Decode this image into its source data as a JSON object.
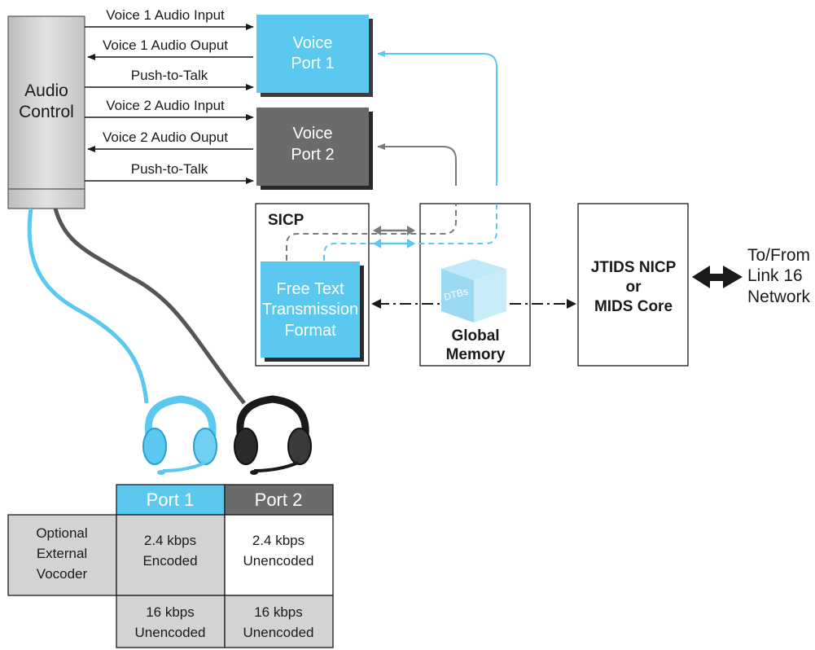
{
  "audio_control": {
    "line1": "Audio",
    "line2": "Control"
  },
  "signals": {
    "v1_input": "Voice 1 Audio Input",
    "v1_output": "Voice 1 Audio Ouput",
    "ptt1": "Push-to-Talk",
    "v2_input": "Voice 2 Audio Input",
    "v2_output": "Voice 2 Audio Ouput",
    "ptt2": "Push-to-Talk"
  },
  "voice_port_1": {
    "line1": "Voice",
    "line2": "Port 1"
  },
  "voice_port_2": {
    "line1": "Voice",
    "line2": "Port 2"
  },
  "sicp": {
    "title": "SICP",
    "free_text": [
      "Free Text",
      "Transmission",
      "Format"
    ]
  },
  "global_memory": {
    "cube_label": "DTBs",
    "line1": "Global",
    "line2": "Memory"
  },
  "jtids": {
    "line1": "JTIDS NICP",
    "line2": "or",
    "line3": "MIDS Core"
  },
  "link16": {
    "line1": "To/From",
    "line2": "Link 16",
    "line3": "Network"
  },
  "table": {
    "headers": [
      "Port 1",
      "Port 2"
    ],
    "row_label": [
      "Optional",
      "External",
      "Vocoder"
    ],
    "row1": [
      [
        "2.4 kbps",
        "Encoded"
      ],
      [
        "2.4 kbps",
        "Unencoded"
      ]
    ],
    "row2": [
      [
        "16 kbps",
        "Unencoded"
      ],
      [
        "16 kbps",
        "Unencoded"
      ]
    ]
  },
  "colors": {
    "cyan": "#5bc8ef",
    "dark_gray": "#6b6b6b",
    "light_gray": "#d3d3d3",
    "black": "#1a1a1a"
  }
}
